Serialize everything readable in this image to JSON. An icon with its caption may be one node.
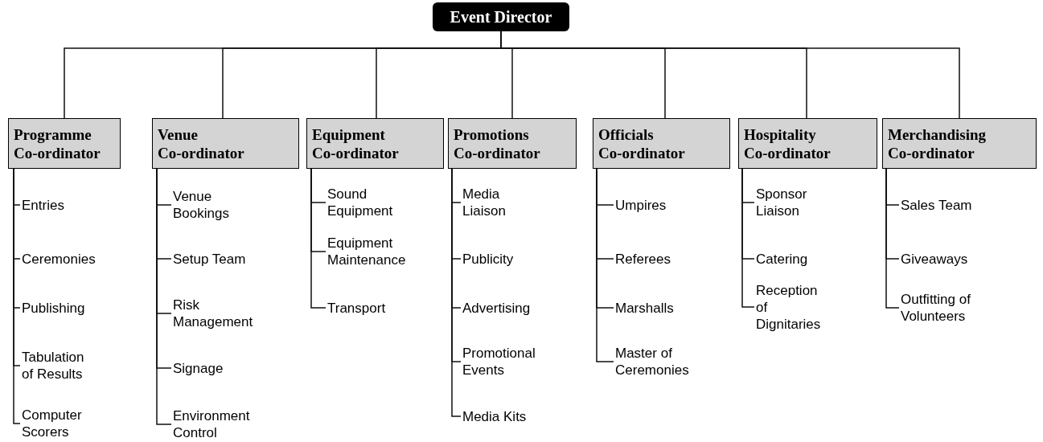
{
  "diagram": {
    "nodes": [
      {
        "text": [
          "Event Director"
        ]
      },
      {
        "text": [
          "Programme Co-ordinator"
        ]
      },
      {
        "text": [
          "Venue Co-ordinator"
        ]
      },
      {
        "text": [
          "Equipment Co-ordinator"
        ]
      },
      {
        "text": [
          "Promotions Co-ordinator"
        ]
      },
      {
        "text": [
          "Officials Co-ordinator"
        ]
      },
      {
        "text": [
          "Hospitality Co-ordinator"
        ]
      },
      {
        "text": [
          "Merchandising Co-ordinator"
        ]
      },
      {
        "text": [
          "Entries"
        ]
      },
      {
        "text": [
          "Ceremonies"
        ]
      },
      {
        "text": [
          "Publishing"
        ]
      },
      {
        "text": [
          "Tabulation of Results"
        ]
      },
      {
        "text": [
          "Computer Scorers"
        ]
      },
      {
        "text": [
          "Venue Bookings"
        ]
      },
      {
        "text": [
          "Setup Team"
        ]
      },
      {
        "text": [
          "Risk Management"
        ]
      },
      {
        "text": [
          "Signage"
        ]
      },
      {
        "text": [
          "Environment Control"
        ]
      },
      {
        "text": [
          "Sound Equipment"
        ]
      },
      {
        "text": [
          "Equipment Maintenance"
        ]
      },
      {
        "text": [
          "Transport"
        ]
      },
      {
        "text": [
          "Media Liaison"
        ]
      },
      {
        "text": [
          "Publicity"
        ]
      },
      {
        "text": [
          "Advertising"
        ]
      },
      {
        "text": [
          "Promotional Events"
        ]
      },
      {
        "text": [
          "Media Kits"
        ]
      },
      {
        "text": [
          "Umpires"
        ]
      },
      {
        "text": [
          "Referees"
        ]
      },
      {
        "text": [
          "Marshalls"
        ]
      },
      {
        "text": [
          "Master of Ceremonies"
        ]
      },
      {
        "text": [
          "Sponsor Liaison"
        ]
      },
      {
        "text": [
          "Catering"
        ]
      },
      {
        "text": [
          "Reception of Dignitaries"
        ]
      },
      {
        "text": [
          "Sales Team"
        ]
      },
      {
        "text": [
          "Giveaways"
        ]
      },
      {
        "text": [
          "Outfitting of Volunteers"
        ]
      }
    ],
    "edges": [
      {
        "from": 0,
        "to": 1,
        "arrow": "none"
      },
      {
        "from": 0,
        "to": 2,
        "arrow": "none"
      },
      {
        "from": 0,
        "to": 3,
        "arrow": "none"
      },
      {
        "from": 0,
        "to": 4,
        "arrow": "none"
      },
      {
        "from": 0,
        "to": 5,
        "arrow": "none"
      },
      {
        "from": 0,
        "to": 6,
        "arrow": "none"
      },
      {
        "from": 0,
        "to": 7,
        "arrow": "none"
      },
      {
        "from": 1,
        "to": 8,
        "arrow": "none"
      },
      {
        "from": 1,
        "to": 9,
        "arrow": "none"
      },
      {
        "from": 1,
        "to": 10,
        "arrow": "none"
      },
      {
        "from": 1,
        "to": 11,
        "arrow": "none"
      },
      {
        "from": 1,
        "to": 12,
        "arrow": "none"
      },
      {
        "from": 2,
        "to": 13,
        "arrow": "none"
      },
      {
        "from": 2,
        "to": 14,
        "arrow": "none"
      },
      {
        "from": 2,
        "to": 15,
        "arrow": "none"
      },
      {
        "from": 2,
        "to": 16,
        "arrow": "none"
      },
      {
        "from": 2,
        "to": 17,
        "arrow": "none"
      },
      {
        "from": 3,
        "to": 18,
        "arrow": "none"
      },
      {
        "from": 3,
        "to": 19,
        "arrow": "none"
      },
      {
        "from": 3,
        "to": 20,
        "arrow": "none"
      },
      {
        "from": 4,
        "to": 21,
        "arrow": "none"
      },
      {
        "from": 4,
        "to": 22,
        "arrow": "none"
      },
      {
        "from": 4,
        "to": 23,
        "arrow": "none"
      },
      {
        "from": 4,
        "to": 24,
        "arrow": "none"
      },
      {
        "from": 4,
        "to": 25,
        "arrow": "none"
      },
      {
        "from": 5,
        "to": 26,
        "arrow": "none"
      },
      {
        "from": 5,
        "to": 27,
        "arrow": "none"
      },
      {
        "from": 5,
        "to": 28,
        "arrow": "none"
      },
      {
        "from": 5,
        "to": 29,
        "arrow": "none"
      },
      {
        "from": 6,
        "to": 30,
        "arrow": "none"
      },
      {
        "from": 6,
        "to": 31,
        "arrow": "none"
      },
      {
        "from": 6,
        "to": 32,
        "arrow": "none"
      },
      {
        "from": 7,
        "to": 33,
        "arrow": "none"
      },
      {
        "from": 7,
        "to": 34,
        "arrow": "none"
      },
      {
        "from": 7,
        "to": 35,
        "arrow": "none"
      }
    ]
  }
}
